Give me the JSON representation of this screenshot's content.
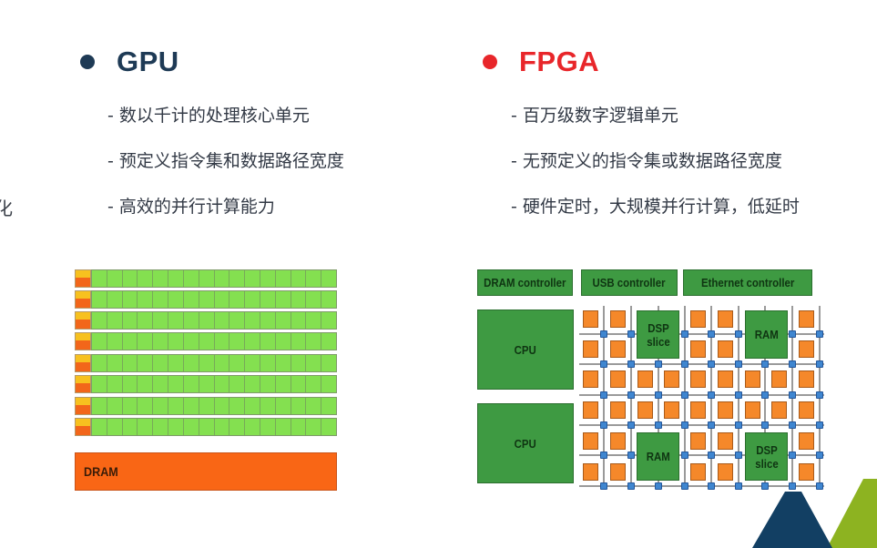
{
  "slide": {
    "edge_fragment": "化",
    "gpu": {
      "title": "GPU",
      "bullet_color": "#1e3a55",
      "title_color": "#1e3a55",
      "points": [
        "- 数以千计的处理核心单元",
        "- 预定义指令集和数据路径宽度",
        "- 高效的并行计算能力"
      ],
      "diagram": {
        "rows": 8,
        "alus_per_row": 16,
        "memory_label": "DRAM"
      }
    },
    "fpga": {
      "title": "FPGA",
      "bullet_color": "#e8262a",
      "title_color": "#e8262a",
      "points": [
        "- 百万级数字逻辑单元",
        "- 无预定义的指令集或数据路径宽度",
        "- 硬件定时，大规模并行计算，低延时"
      ],
      "diagram": {
        "controllers": [
          "DRAM controller",
          "USB controller",
          "Ethernet controller"
        ],
        "cpus": [
          "CPU",
          "CPU"
        ],
        "blocks": [
          {
            "label": "DSP slice",
            "pos": "top-left"
          },
          {
            "label": "RAM",
            "pos": "top-right"
          },
          {
            "label": "RAM",
            "pos": "bottom-left"
          },
          {
            "label": "DSP slice",
            "pos": "bottom-right"
          }
        ]
      }
    },
    "decor": {
      "navy": "#123f63",
      "green": "#8db321"
    }
  }
}
